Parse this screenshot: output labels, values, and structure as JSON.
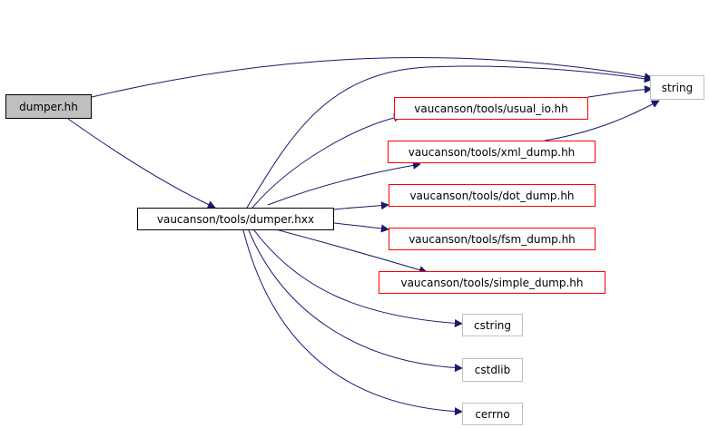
{
  "colors": {
    "edge": "#191970",
    "focus_fill": "#bfbfbf",
    "linked_border": "#ff0000",
    "external_border": "#bfbfbf"
  },
  "nodes": {
    "dumper_hh": "dumper.hh",
    "dumper_hxx": "vaucanson/tools/dumper.hxx",
    "usual_io": "vaucanson/tools/usual_io.hh",
    "xml_dump": "vaucanson/tools/xml_dump.hh",
    "dot_dump": "vaucanson/tools/dot_dump.hh",
    "fsm_dump": "vaucanson/tools/fsm_dump.hh",
    "simple_dump": "vaucanson/tools/simple_dump.hh",
    "string": "string",
    "cstring": "cstring",
    "cstdlib": "cstdlib",
    "cerrno": "cerrno"
  },
  "edges": [
    {
      "from": "dumper_hh",
      "to": "string"
    },
    {
      "from": "dumper_hh",
      "to": "dumper_hxx"
    },
    {
      "from": "dumper_hxx",
      "to": "string"
    },
    {
      "from": "dumper_hxx",
      "to": "usual_io"
    },
    {
      "from": "dumper_hxx",
      "to": "xml_dump"
    },
    {
      "from": "dumper_hxx",
      "to": "dot_dump"
    },
    {
      "from": "dumper_hxx",
      "to": "fsm_dump"
    },
    {
      "from": "dumper_hxx",
      "to": "simple_dump"
    },
    {
      "from": "dumper_hxx",
      "to": "cstring"
    },
    {
      "from": "dumper_hxx",
      "to": "cstdlib"
    },
    {
      "from": "dumper_hxx",
      "to": "cerrno"
    },
    {
      "from": "usual_io",
      "to": "string"
    },
    {
      "from": "xml_dump",
      "to": "string"
    }
  ]
}
